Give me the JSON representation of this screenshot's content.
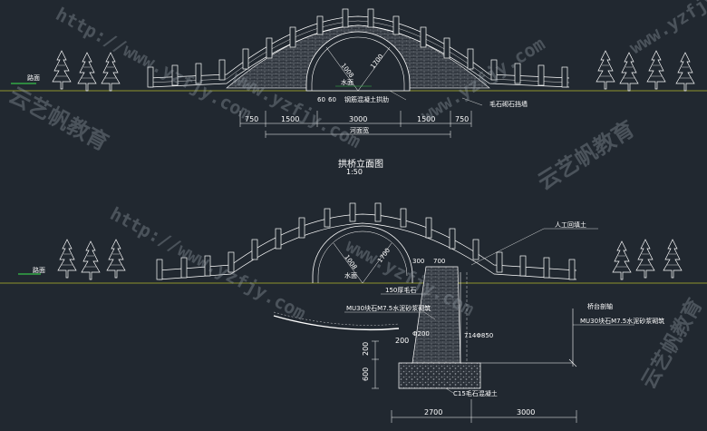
{
  "drawing": {
    "title": "拱桥立面图",
    "scale": "1:50",
    "colors": {
      "background": "#212830",
      "ground": "#b5b82a",
      "structure": "#ffffff",
      "masonry": "#8a8f96",
      "accent_green": "#36c24a"
    }
  },
  "upper_elevation": {
    "road_label": "路面",
    "water_label": "水面",
    "arch_radius_1": "1008",
    "arch_radius_2": "1700",
    "rib_note": "钢筋混凝土拱肋",
    "rib_dim_a": "60",
    "rib_dim_b": "60",
    "paving_note": "毛石砌石挡墙",
    "dims": [
      "750",
      "1500",
      "3000",
      "1500",
      "750"
    ],
    "river_width_label": "河面宽"
  },
  "lower_section": {
    "road_label": "路面",
    "water_label": "水面",
    "arch_radius_1": "1008",
    "arch_radius_2": "1700",
    "top_dim": "300",
    "top_dim_2": "700",
    "fill_note": "人工回填土",
    "stone_note": "150厚毛石",
    "wall_note_left": "MU30块石M7.5水泥砂浆砌筑",
    "abutment_note": "桥台剖轴",
    "wall_note_right": "MU30块石M7.5水泥砂浆砌筑",
    "rebar_dim": "Φ200",
    "concrete_note": "C15毛石混凝土",
    "beam_note": "714Φ850",
    "vertical_dims": [
      "200",
      "600",
      "200"
    ],
    "bottom_dims": [
      "2700",
      "3000"
    ]
  },
  "watermarks": {
    "url": "http://www.yzfjy.com",
    "url_short": "www.yzfjy.com",
    "brand": "云艺帆教育"
  }
}
